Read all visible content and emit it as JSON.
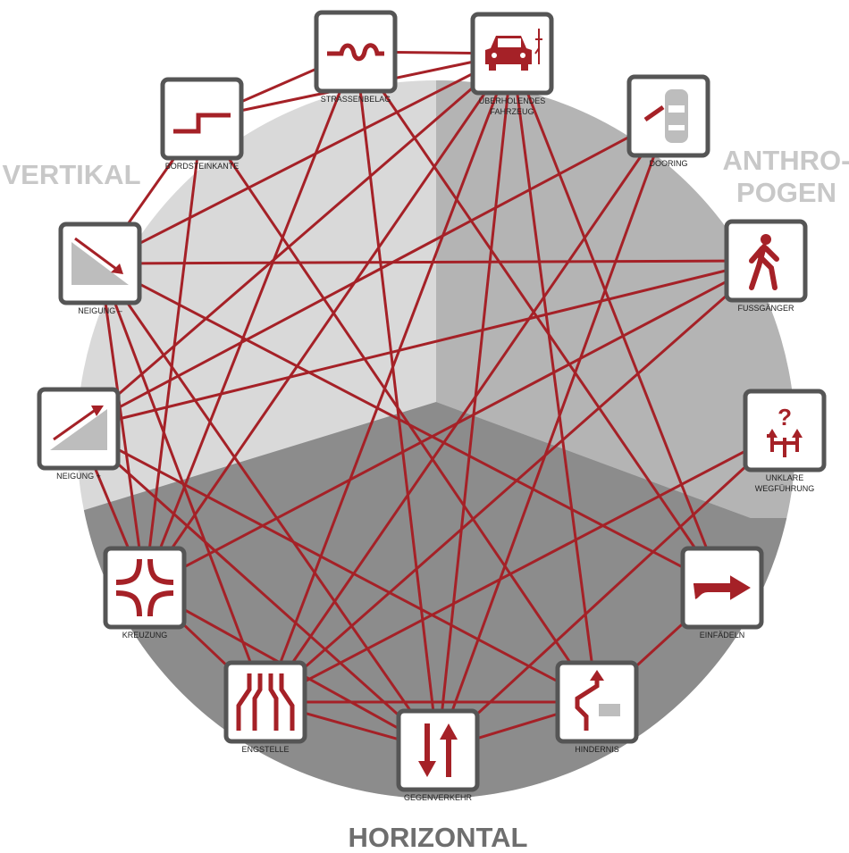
{
  "colors": {
    "line": "#a52127",
    "icon": "#a52127",
    "box_border": "#555555",
    "vertical_region": "#d9d9d9",
    "anthro_region": "#b4b4b4",
    "horizontal_region": "#8c8c8c",
    "region_label_light": "#c8c8c8",
    "region_label_dark": "#6e6e6e"
  },
  "regions": {
    "vertical": "VERTIKAL",
    "anthropogen_line1": "ANTHRO-",
    "anthropogen_line2": "POGEN",
    "horizontal": "HORIZONTAL"
  },
  "nodes": [
    {
      "id": "strassenbelag",
      "icon": "wave-icon",
      "label": [
        "STRASSENBELAG"
      ]
    },
    {
      "id": "ueberholendes",
      "icon": "car-icon",
      "label": [
        "ÜBERHOLENDES",
        "FAHRZEUG"
      ]
    },
    {
      "id": "dooring",
      "icon": "car-door-icon",
      "label": [
        "DOORING"
      ]
    },
    {
      "id": "fussgaenger",
      "icon": "pedestrian-icon",
      "label": [
        "FUSSGÄNGER"
      ]
    },
    {
      "id": "wegfuehrung",
      "icon": "question-arrows-icon",
      "label": [
        "UNKLARE",
        "WEGFÜHRUNG"
      ]
    },
    {
      "id": "einfaedeln",
      "icon": "merge-arrow-icon",
      "label": [
        "EINFÄDELN"
      ]
    },
    {
      "id": "hindernis",
      "icon": "obstacle-icon",
      "label": [
        "HINDERNIS"
      ]
    },
    {
      "id": "gegenverkehr",
      "icon": "two-way-arrows-icon",
      "label": [
        "GEGENVERKEHR"
      ]
    },
    {
      "id": "engstelle",
      "icon": "narrowing-icon",
      "label": [
        "ENGSTELLE"
      ]
    },
    {
      "id": "kreuzung",
      "icon": "crossing-icon",
      "label": [
        "KREUZUNG"
      ]
    },
    {
      "id": "neigung_plus",
      "icon": "slope-up-icon",
      "label": [
        "NEIGUNG +"
      ]
    },
    {
      "id": "neigung_minus",
      "icon": "slope-down-icon",
      "label": [
        "NEIGUNG –"
      ]
    },
    {
      "id": "bordsteinkante",
      "icon": "curb-icon",
      "label": [
        "BORDSTEINKANTE"
      ]
    }
  ],
  "connections": [
    [
      "strassenbelag",
      "ueberholendes"
    ],
    [
      "strassenbelag",
      "bordsteinkante"
    ],
    [
      "strassenbelag",
      "kreuzung"
    ],
    [
      "strassenbelag",
      "einfaedeln"
    ],
    [
      "strassenbelag",
      "gegenverkehr"
    ],
    [
      "ueberholendes",
      "bordsteinkante"
    ],
    [
      "ueberholendes",
      "neigung_minus"
    ],
    [
      "ueberholendes",
      "neigung_plus"
    ],
    [
      "ueberholendes",
      "kreuzung"
    ],
    [
      "ueberholendes",
      "engstelle"
    ],
    [
      "ueberholendes",
      "gegenverkehr"
    ],
    [
      "ueberholendes",
      "hindernis"
    ],
    [
      "ueberholendes",
      "einfaedeln"
    ],
    [
      "bordsteinkante",
      "neigung_minus"
    ],
    [
      "bordsteinkante",
      "kreuzung"
    ],
    [
      "bordsteinkante",
      "hindernis"
    ],
    [
      "dooring",
      "engstelle"
    ],
    [
      "dooring",
      "gegenverkehr"
    ],
    [
      "dooring",
      "neigung_plus"
    ],
    [
      "fussgaenger",
      "neigung_minus"
    ],
    [
      "fussgaenger",
      "neigung_plus"
    ],
    [
      "fussgaenger",
      "engstelle"
    ],
    [
      "fussgaenger",
      "kreuzung"
    ],
    [
      "neigung_minus",
      "einfaedeln"
    ],
    [
      "neigung_minus",
      "kreuzung"
    ],
    [
      "neigung_minus",
      "engstelle"
    ],
    [
      "neigung_minus",
      "gegenverkehr"
    ],
    [
      "neigung_plus",
      "kreuzung"
    ],
    [
      "neigung_plus",
      "gegenverkehr"
    ],
    [
      "neigung_plus",
      "hindernis"
    ],
    [
      "kreuzung",
      "engstelle"
    ],
    [
      "kreuzung",
      "gegenverkehr"
    ],
    [
      "engstelle",
      "gegenverkehr"
    ],
    [
      "engstelle",
      "hindernis"
    ],
    [
      "gegenverkehr",
      "hindernis"
    ],
    [
      "hindernis",
      "einfaedeln"
    ],
    [
      "wegfuehrung",
      "gegenverkehr"
    ],
    [
      "wegfuehrung",
      "engstelle"
    ]
  ]
}
